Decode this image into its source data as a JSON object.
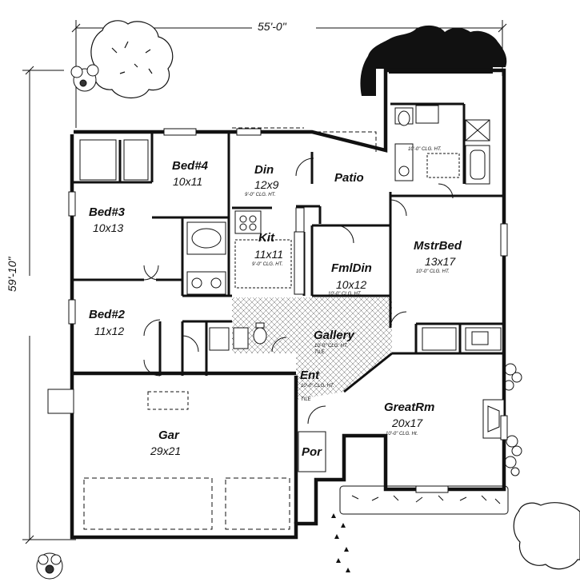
{
  "dimensions": {
    "width": "55'-0\"",
    "depth": "59'-10\""
  },
  "rooms": {
    "bed4": {
      "name": "Bed#4",
      "size": "10x11"
    },
    "bed3": {
      "name": "Bed#3",
      "size": "10x13"
    },
    "bed2": {
      "name": "Bed#2",
      "size": "11x12"
    },
    "din": {
      "name": "Din",
      "size": "12x9",
      "note": "9'-0\" CLG. HT."
    },
    "kit": {
      "name": "Kit",
      "size": "11x11",
      "note": "9'-0\" CLG. HT."
    },
    "patio": {
      "name": "Patio"
    },
    "fmldin": {
      "name": "FmlDin",
      "size": "10x12",
      "note": "10'-0\" CLG. HT."
    },
    "mstrbed": {
      "name": "MstrBed",
      "size": "13x17",
      "note": "10'-0\" CLG. HT."
    },
    "mbath": {
      "note": "10'-0\" CLG. HT."
    },
    "gallery": {
      "name": "Gallery",
      "note": "10'-0\" CLG. HT.",
      "note2": "TILE"
    },
    "ent": {
      "name": "Ent",
      "note": "10'-0\" CLG. HT.",
      "note2": "TILE"
    },
    "greatrm": {
      "name": "GreatRm",
      "size": "20x17",
      "note": "10'-0\" CLG. Ht."
    },
    "gar": {
      "name": "Gar",
      "size": "29x21"
    },
    "por": {
      "name": "Por"
    }
  }
}
